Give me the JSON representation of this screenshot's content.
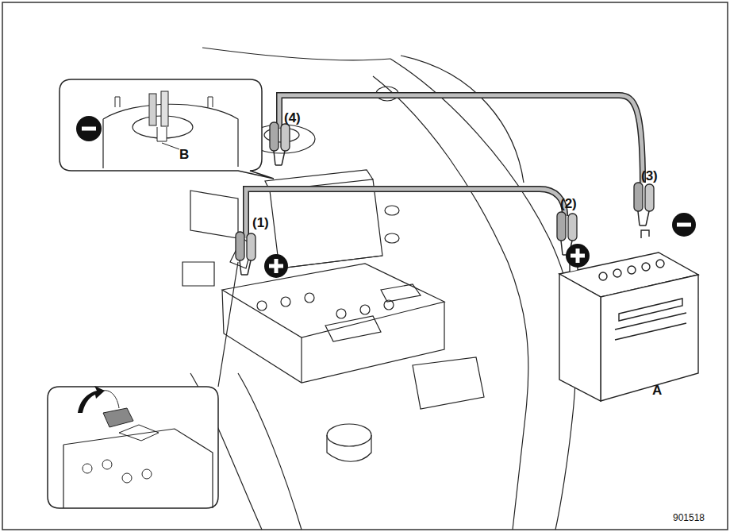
{
  "diagram": {
    "labels": [
      "(1)",
      "(2)",
      "(3)",
      "(4)",
      "A",
      "B",
      "901518"
    ]
  }
}
